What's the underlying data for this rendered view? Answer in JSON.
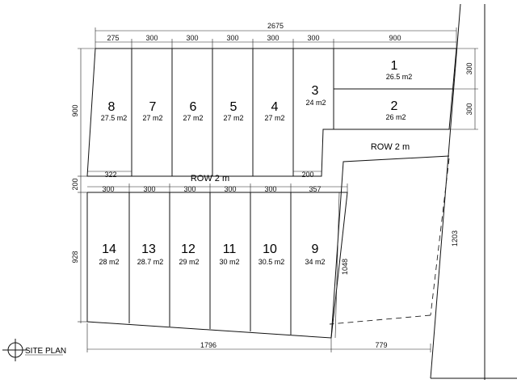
{
  "title": "SITE PLAN",
  "roads": {
    "row_upper": "ROW 2 m",
    "row_right": "ROW 2 m"
  },
  "plots": [
    {
      "no": "1",
      "area": "26.5 m2"
    },
    {
      "no": "2",
      "area": "26 m2"
    },
    {
      "no": "3",
      "area": "24 m2"
    },
    {
      "no": "4",
      "area": "27 m2"
    },
    {
      "no": "5",
      "area": "27 m2"
    },
    {
      "no": "6",
      "area": "27 m2"
    },
    {
      "no": "7",
      "area": "27 m2"
    },
    {
      "no": "8",
      "area": "27.5 m2"
    },
    {
      "no": "9",
      "area": "34 m2"
    },
    {
      "no": "10",
      "area": "30.5 m2"
    },
    {
      "no": "11",
      "area": "30 m2"
    },
    {
      "no": "12",
      "area": "29 m2"
    },
    {
      "no": "13",
      "area": "28.7 m2"
    },
    {
      "no": "14",
      "area": "28 m2"
    }
  ],
  "dimensions": {
    "total_top": "2675",
    "top_segments": [
      "275",
      "300",
      "300",
      "300",
      "300",
      "300",
      "900"
    ],
    "left_upper": "900",
    "left_row": "200",
    "left_lower": "928",
    "right_plot1": "300",
    "right_plot2": "300",
    "row_left_offset": "322",
    "row_right_offset": "200",
    "lower_segments": [
      "300",
      "300",
      "300",
      "300",
      "300",
      "357"
    ],
    "plot9_right": "1048",
    "right_edge": "1203",
    "bottom_left": "1796",
    "bottom_right": "779"
  }
}
